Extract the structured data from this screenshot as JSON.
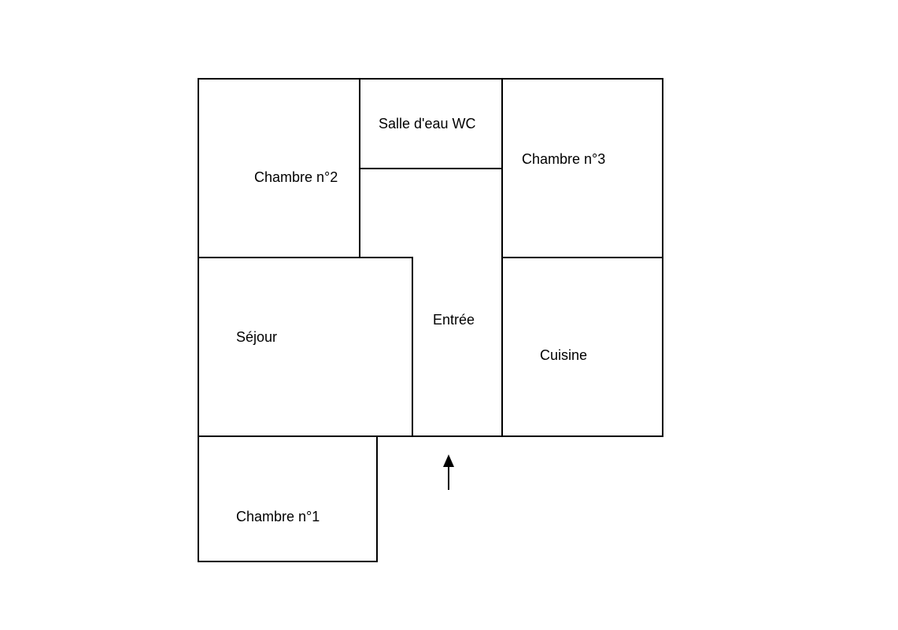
{
  "rooms": {
    "chambre2": "Chambre n°2",
    "salle_eau": "Salle d'eau WC",
    "chambre3": "Chambre n°3",
    "sejour": "Séjour",
    "entree": "Entrée",
    "cuisine": "Cuisine",
    "chambre1": "Chambre n°1"
  },
  "entrance_marker": "arrow-up-icon",
  "colors": {
    "line": "#000000",
    "background": "#ffffff"
  }
}
